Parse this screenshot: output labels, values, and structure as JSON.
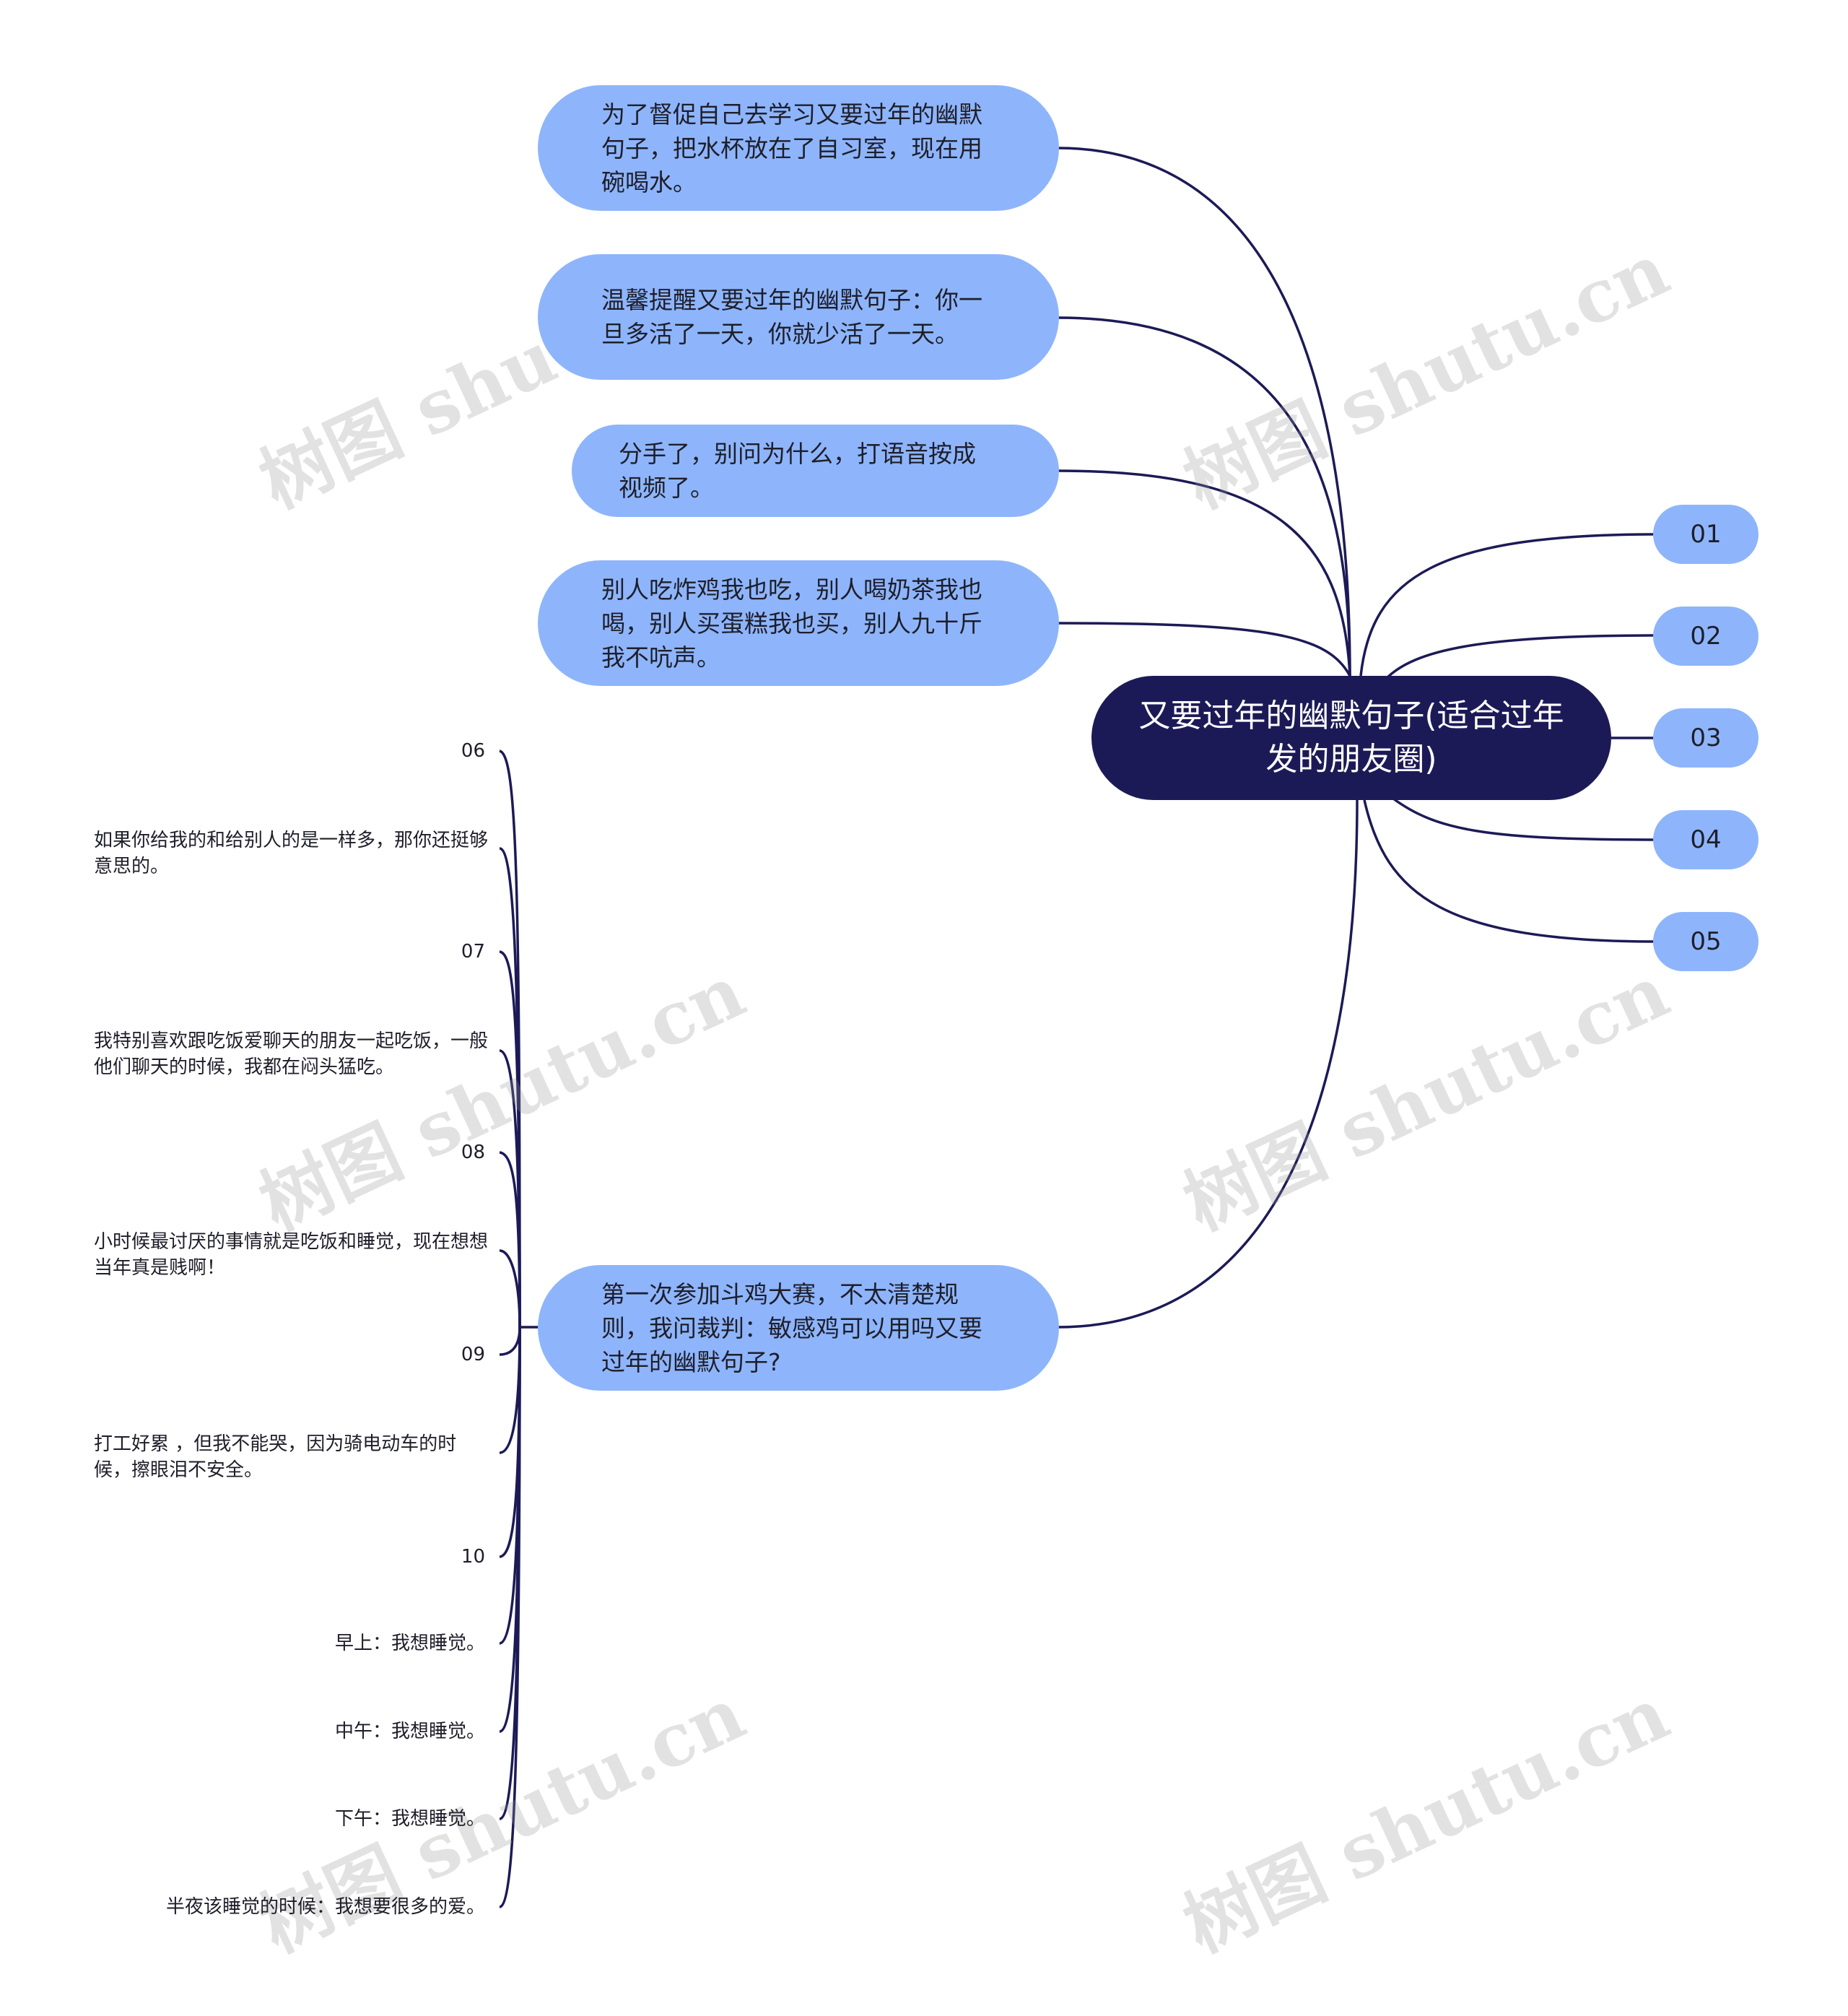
{
  "root": {
    "title": "又要过年的幽默句子(适合过年发的朋友圈)"
  },
  "top_branches": [
    {
      "text": "为了督促自己去学习又要过年的幽默句子，把水杯放在了自习室，现在用碗喝水。"
    },
    {
      "text": "温馨提醒又要过年的幽默句子：你一旦多活了一天，你就少活了一天。"
    },
    {
      "text": "分手了，别问为什么，打语音按成视频了。"
    },
    {
      "text": "别人吃炸鸡我也吃，别人喝奶茶我也喝，别人买蛋糕我也买，别人九十斤我不吭声。"
    }
  ],
  "bottom_branch": {
    "text": "第一次参加斗鸡大赛，不太清楚规则，我问裁判：敏感鸡可以用吗又要过年的幽默句子?",
    "children": [
      {
        "label": "06"
      },
      {
        "label": "如果你给我的和给别人的是一样多，那你还挺够意思的。"
      },
      {
        "label": "07"
      },
      {
        "label": "我特别喜欢跟吃饭爱聊天的朋友一起吃饭，一般他们聊天的时候，我都在闷头猛吃。"
      },
      {
        "label": "08"
      },
      {
        "label": "小时候最讨厌的事情就是吃饭和睡觉，现在想想当年真是贱啊！"
      },
      {
        "label": "09"
      },
      {
        "label": "打工好累 ，但我不能哭，因为骑电动车的时候，擦眼泪不安全。"
      },
      {
        "label": "10"
      },
      {
        "label": "早上：我想睡觉。"
      },
      {
        "label": "中午：我想睡觉。"
      },
      {
        "label": "下午：我想睡觉。"
      },
      {
        "label": "半夜该睡觉的时候：我想要很多的爱。"
      }
    ]
  },
  "right_branches": [
    {
      "label": "01"
    },
    {
      "label": "02"
    },
    {
      "label": "03"
    },
    {
      "label": "04"
    },
    {
      "label": "05"
    }
  ],
  "watermark": "树图 shutu.cn",
  "colors": {
    "root": "#1c1a56",
    "bubble": "#8eb5fb",
    "line": "#1c1a56"
  }
}
